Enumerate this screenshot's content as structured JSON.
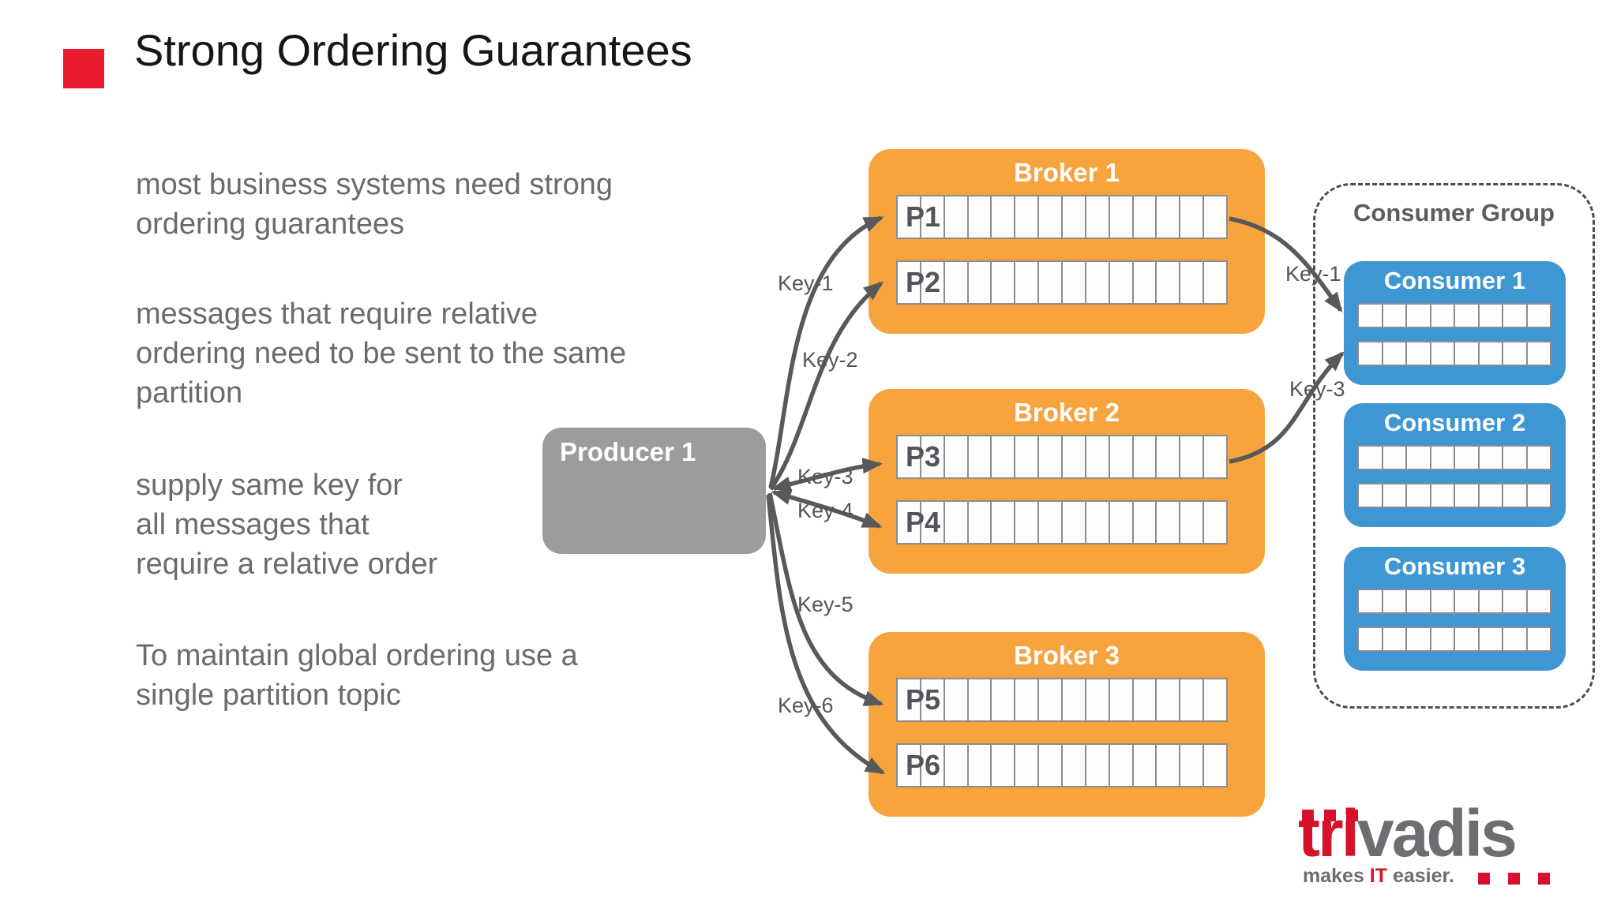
{
  "slide": {
    "title": "Strong Ordering Guarantees",
    "paragraphs": [
      "most business systems need strong\nordering guarantees",
      "messages that require relative\nordering need to be sent to the same\npartition",
      "supply same key for\nall messages that\nrequire a relative order",
      "To maintain global ordering use a\nsingle partition topic"
    ]
  },
  "producer": {
    "label": "Producer 1"
  },
  "brokers": [
    {
      "label": "Broker 1",
      "partitions": [
        {
          "label": "P1",
          "cells": 14
        },
        {
          "label": "P2",
          "cells": 14
        }
      ]
    },
    {
      "label": "Broker 2",
      "partitions": [
        {
          "label": "P3",
          "cells": 14
        },
        {
          "label": "P4",
          "cells": 14
        }
      ]
    },
    {
      "label": "Broker 3",
      "partitions": [
        {
          "label": "P5",
          "cells": 14
        },
        {
          "label": "P6",
          "cells": 14
        }
      ]
    }
  ],
  "consumer_group": {
    "label": "Consumer Group",
    "consumers": [
      {
        "label": "Consumer 1",
        "rows": [
          {
            "cells": 8
          },
          {
            "cells": 8
          }
        ]
      },
      {
        "label": "Consumer 2",
        "rows": [
          {
            "cells": 8
          },
          {
            "cells": 8
          }
        ]
      },
      {
        "label": "Consumer 3",
        "rows": [
          {
            "cells": 8
          },
          {
            "cells": 8
          }
        ]
      }
    ]
  },
  "keys": {
    "producer_side": [
      "Key-1",
      "Key-2",
      "Key-3",
      "Key-4",
      "Key-5",
      "Key-6"
    ],
    "consumer_side": [
      "Key-1",
      "Key-3"
    ]
  },
  "logo": {
    "word_red": "tri",
    "word_gray": "vadis",
    "tagline_pre": "makes ",
    "tagline_accent": "IT",
    "tagline_post": " easier."
  },
  "colors": {
    "accent_red": "#ea1b2d",
    "broker_orange": "#f7a33e",
    "consumer_blue": "#3e96d2",
    "producer_gray": "#9c9c9c",
    "logo_red": "#d5112b",
    "body_text_gray": "#6b6b6b",
    "arrow_gray": "#58595b"
  }
}
